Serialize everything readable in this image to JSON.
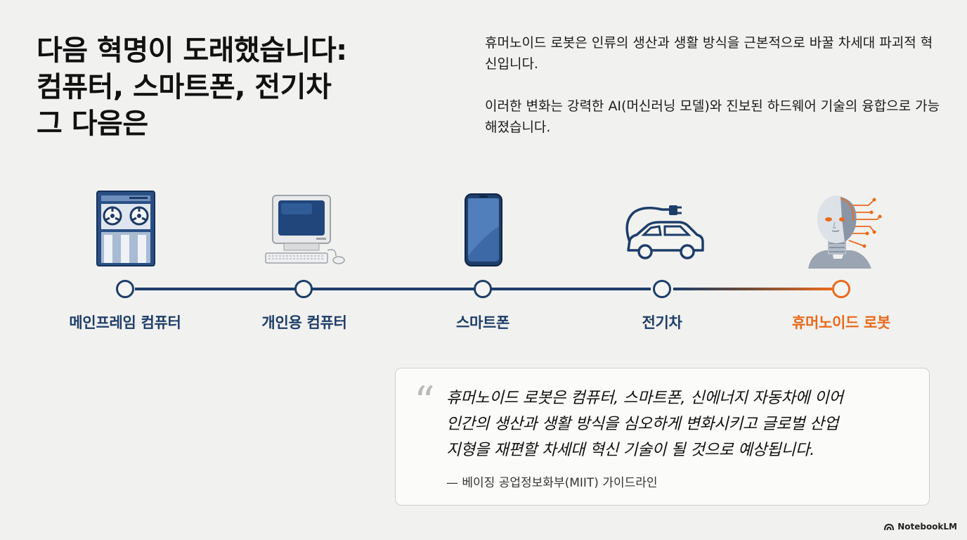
{
  "headline": {
    "lines": [
      "다음 혁명이 도래했습니다:",
      "컴퓨터, 스마트폰, 전기차",
      "그 다음은"
    ]
  },
  "intro": {
    "p1": "휴머노이드 로봇은 인류의 생산과 생활 방식을 근본적으로 바꿀 차세대 파괴적 혁신입니다.",
    "p2": "이러한 변화는 강력한 AI(머신러닝 모델)와 진보된 하드웨어 기술의 융합으로 가능해졌습니다."
  },
  "timeline": {
    "stages": [
      {
        "label": "메인프레임 컴퓨터",
        "icon": "mainframe-computer-icon"
      },
      {
        "label": "개인용 컴퓨터",
        "icon": "personal-computer-icon"
      },
      {
        "label": "스마트폰",
        "icon": "smartphone-icon"
      },
      {
        "label": "전기차",
        "icon": "electric-car-icon"
      },
      {
        "label": "휴머노이드 로봇",
        "icon": "humanoid-robot-icon"
      }
    ],
    "colors": {
      "primary": "#1e3e6a",
      "highlight": "#ea6a1c"
    }
  },
  "quote": {
    "lines": [
      "휴머노이드 로봇은 컴퓨터, 스마트폰, 신에너지 자동차에 이어",
      "인간의 생산과 생활 방식을 심오하게 변화시키고 글로벌 산업",
      "지형을 재편할 차세대 혁신 기술이 될 것으로 예상됩니다."
    ],
    "source": "— 베이징 공업정보화부(MIIT) 가이드라인"
  },
  "brand": {
    "label": "NotebookLM",
    "icon": "notebooklm-logo-icon"
  }
}
